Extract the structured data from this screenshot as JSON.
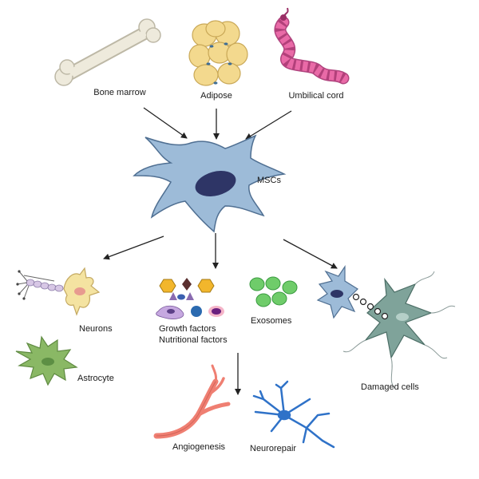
{
  "sources": {
    "bone_marrow": "Bone marrow",
    "adipose": "Adipose",
    "umbilical_cord": "Umbilical cord"
  },
  "center": {
    "label": "MSCs"
  },
  "outcomes": {
    "neurons": "Neurons",
    "astrocyte": "Astrocyte",
    "growth_factors": "Growth factors",
    "nutritional_factors": "Nutritional  factors",
    "exosomes": "Exosomes",
    "damaged_cells": "Damaged cells",
    "angiogenesis": "Angiogenesis",
    "neurorepair": "Neurorepair"
  },
  "colors": {
    "msc_body": "#9dbbd8",
    "msc_nucleus": "#2e3566",
    "bone": "#eeeadc",
    "adipose": "#f3d98e",
    "cord": "#e96aa7",
    "neuron": "#f4e3a1",
    "astrocyte": "#8ab865",
    "exosome": "#6fcc6a",
    "damaged_cell": "#7fa39a",
    "angiogenesis": "#ef7f72",
    "neurorepair": "#2f72c8",
    "factor_gold": "#f2b62c",
    "factor_purple": "#8a6bb0"
  },
  "icons": [
    "bone-icon",
    "adipose-icon",
    "umbilical-cord-icon",
    "msc-cell-icon",
    "neuron-icon",
    "astrocyte-icon",
    "growth-factor-icons",
    "exosome-icon",
    "damaged-cells-icon",
    "blood-vessel-icon",
    "neurorepair-icon"
  ]
}
